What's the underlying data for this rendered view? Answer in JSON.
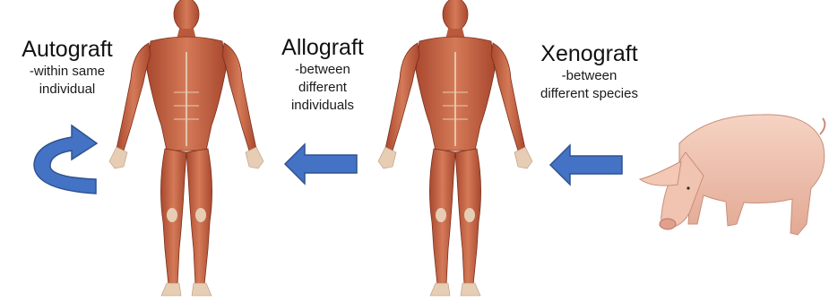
{
  "labels": {
    "autograft": {
      "title": "Autograft",
      "line1": "-within same",
      "line2": "individual"
    },
    "allograft": {
      "title": "Allograft",
      "line1": "-between",
      "line2": "different",
      "line3": "individuals"
    },
    "xenograft": {
      "title": "Xenograft",
      "line1": "-between",
      "line2": "different species"
    }
  },
  "colors": {
    "arrow_fill": "#4472c4",
    "arrow_stroke": "#2f528f",
    "muscle": "#c96a4c",
    "muscle_dark": "#8e3a24",
    "tendon": "#e8d3b6",
    "pig": "#efc0ad",
    "pig_dark": "#c98e7a"
  },
  "icons": {
    "autograft_arrow": "curved-arrow-icon",
    "allograft_arrow": "left-arrow-icon",
    "xenograft_arrow": "left-arrow-icon",
    "human_left": "human-muscle-figure",
    "human_right": "human-muscle-figure",
    "pig": "pig-figure"
  }
}
